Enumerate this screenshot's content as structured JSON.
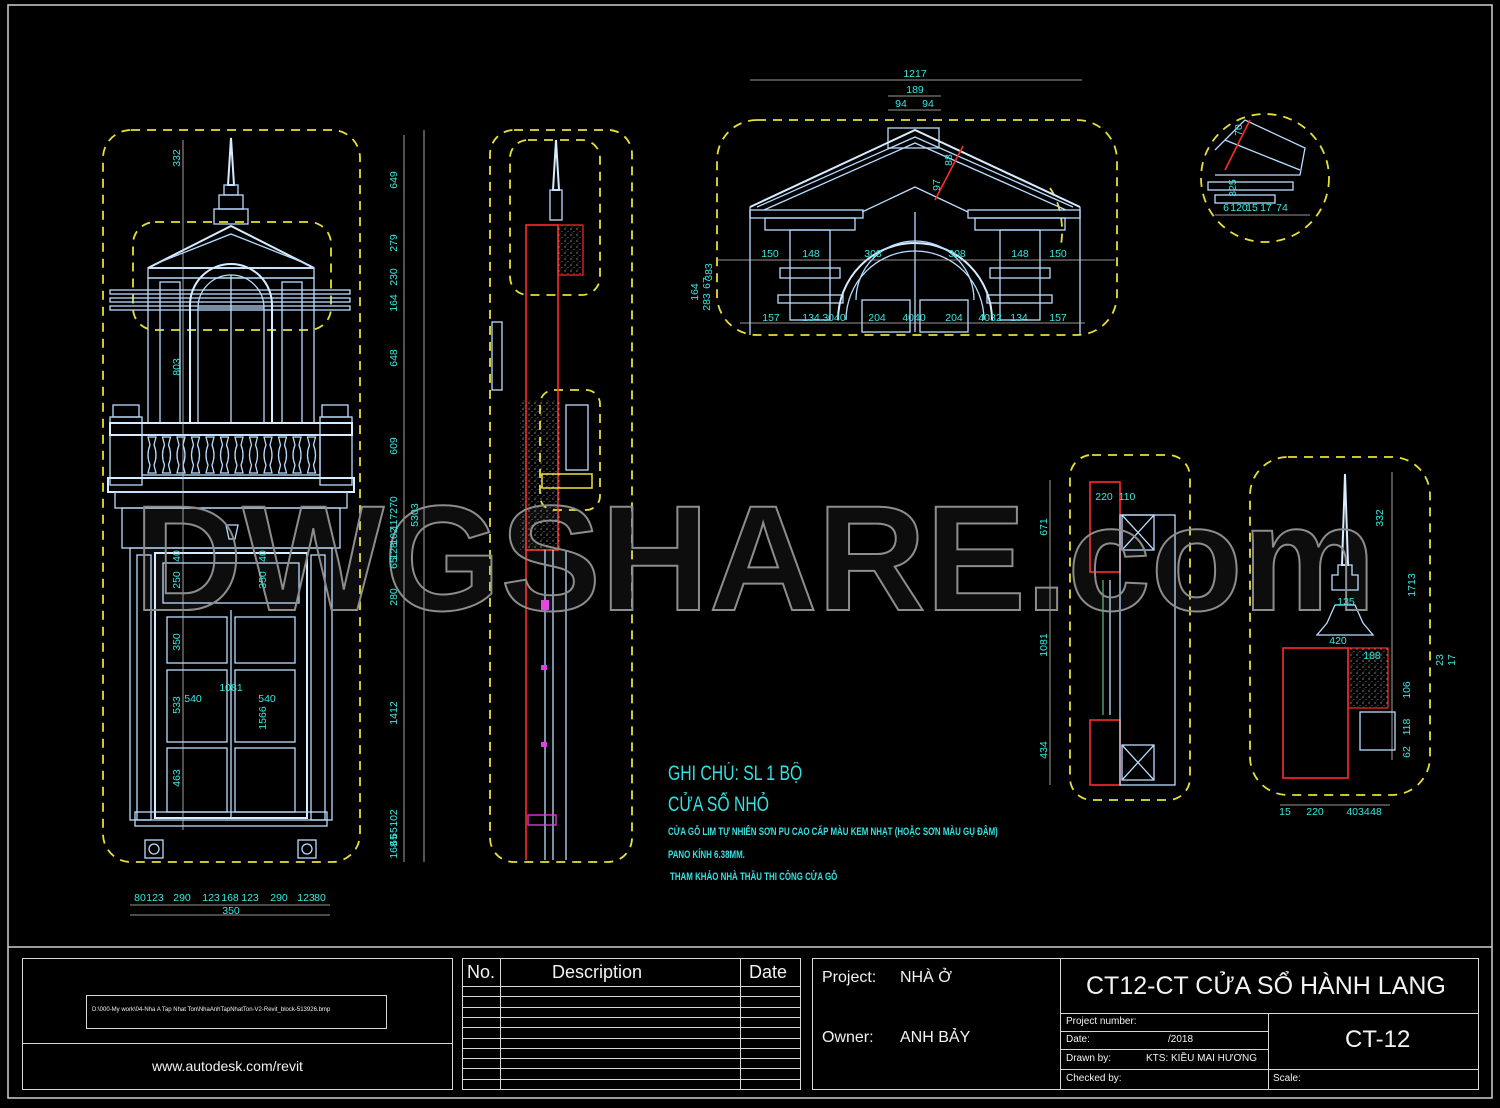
{
  "watermark": "DWGSHARE.com",
  "left_elevation": {
    "right_dims": [
      "649",
      "279",
      "230",
      "164",
      "648",
      "609",
      "270",
      "117",
      "102",
      "128",
      "65",
      "280",
      "1412",
      "102",
      "65",
      "65",
      "168"
    ],
    "overall_dim": "5303",
    "left_dims": [
      "332",
      "803",
      "350",
      "533",
      "463"
    ],
    "inner_dims": [
      "540",
      "540",
      "1081",
      "1566",
      "350",
      "250",
      "40",
      "40"
    ],
    "bottom_dims": [
      "80",
      "123",
      "290",
      "123",
      "168",
      "123",
      "290",
      "123",
      "80"
    ],
    "bottom_total": "350"
  },
  "pediment": {
    "top_dims": [
      "1217",
      "189",
      "94",
      "94"
    ],
    "middle_dims": [
      "150",
      "148",
      "308",
      "308",
      "148",
      "150"
    ],
    "bottom_dims": [
      "157",
      "134",
      "3040",
      "204",
      "4040",
      "204",
      "4032",
      "134",
      "157"
    ],
    "side_dims": [
      "164",
      "283",
      "67",
      "383"
    ],
    "slope_dims": [
      "97",
      "88"
    ]
  },
  "circle_detail": {
    "dims": [
      "6",
      "120",
      "15",
      "17",
      "74",
      "325",
      "70"
    ]
  },
  "detail_jamb": {
    "dims": [
      "220",
      "110",
      "671",
      "1081",
      "434"
    ]
  },
  "detail_finial": {
    "dims": [
      "332",
      "1713",
      "135",
      "420",
      "188",
      "106",
      "118",
      "62",
      "23",
      "17",
      "15",
      "220",
      "4034",
      "48"
    ]
  },
  "notes": {
    "title_line1": "GHI CHÚ: SL 1 BỘ",
    "title_line2": "CỬA SỔ NHỎ",
    "line1": "CỬA GỖ LIM TỰ NHIÊN SƠN PU CAO CẤP MÀU KEM NHẠT (HOẶC SƠN MÀU GỤ ĐẬM)",
    "line2": "PANO KÍNH 6.38MM.",
    "line3": "THAM KHẢO NHÀ THẦU THI CÔNG CỬA GỖ"
  },
  "title_block": {
    "file_path": "D:\\000-My work\\04-Nha A Tap Nhat Ton\\NhaAnhTapNhatTon-V2-Revit_block-513926.bmp",
    "website": "www.autodesk.com/revit",
    "revision_table": {
      "headers": [
        "No.",
        "Description",
        "Date"
      ]
    },
    "project_label": "Project:",
    "project_value": "NHÀ Ở",
    "owner_label": "Owner:",
    "owner_value": "ANH BẢY",
    "sheet_title": "CT12-CT CỬA SỔ HÀNH LANG",
    "project_number_label": "Project number:",
    "date_label": "Date:",
    "date_value": "/2018",
    "drawn_by_label": "Drawn by:",
    "drawn_by_value": "KTS: KIỀU MAI HƯƠNG",
    "checked_by_label": "Checked by:",
    "sheet_number": "CT-12",
    "scale_label": "Scale:"
  },
  "colors": {
    "background": "#000000",
    "geometry": "#b8dcff",
    "dimension_text": "#38e8e0",
    "section_cut": "#ff2a2a",
    "detail_boundary": "#e6df3a"
  }
}
